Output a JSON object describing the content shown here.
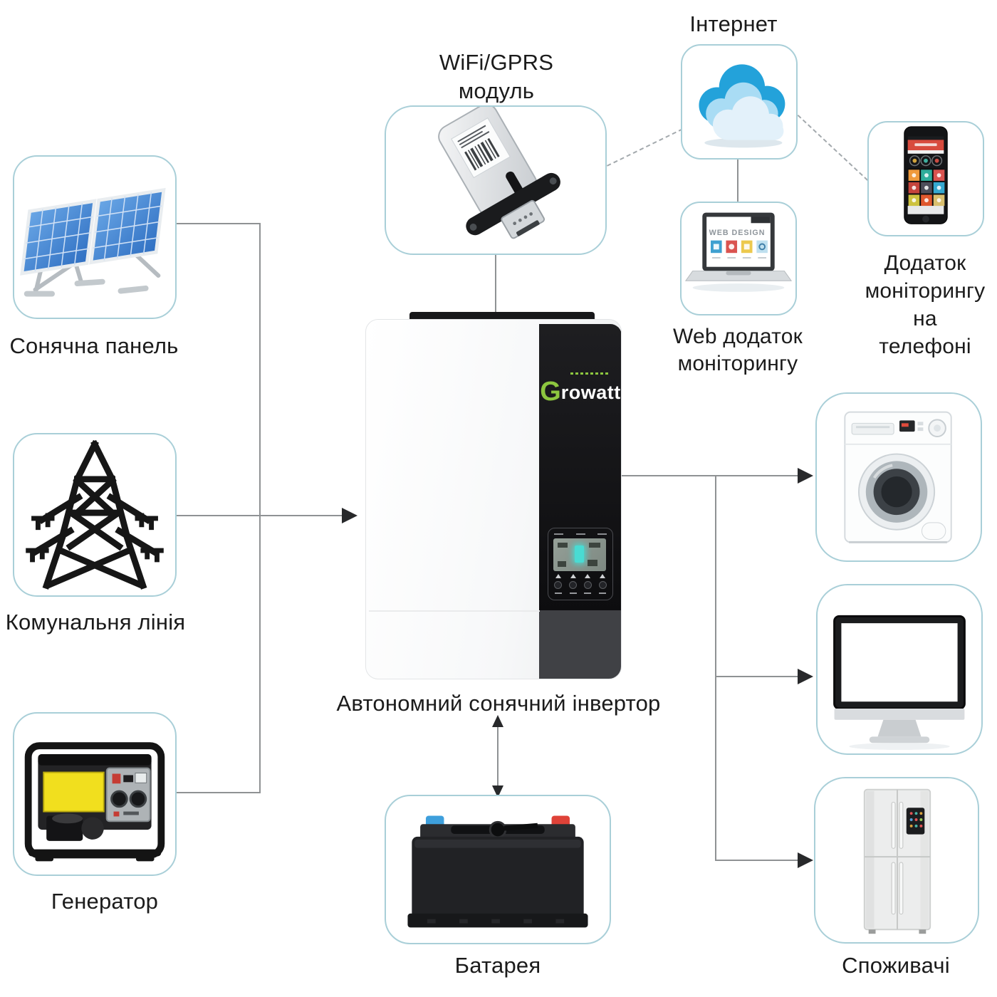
{
  "diagram": {
    "labels": {
      "internet": "Інтернет",
      "wifi_module": "WiFi/GPRS\nмодуль",
      "phone_app": "Додаток\nмоніторингу\nна телефоні",
      "web_app": "Web додаток\nмоніторингу",
      "solar_panel": "Сонячна панель",
      "utility_line": "Комунальня лінія",
      "generator": "Генератор",
      "inverter": "Автономний сонячний інвертор",
      "battery": "Батарея",
      "consumers": "Споживачі"
    },
    "inverter_device": {
      "brand_g": "G",
      "brand_rest": "rowatt"
    },
    "laptop_screen_title": "WEB DESIGN",
    "colors": {
      "card_border": "#a9cfd8",
      "connector_line": "#8f9294",
      "arrow": "#28292b",
      "growatt_green": "#8dc63f",
      "cloud_back": "#23a2da",
      "cloud_mid": "#a9dcf4",
      "cloud_front": "#e3f1fa",
      "battery_terminal_blue": "#3e9fdc",
      "battery_terminal_red": "#df4238",
      "generator_yellow": "#f1df1e"
    }
  }
}
